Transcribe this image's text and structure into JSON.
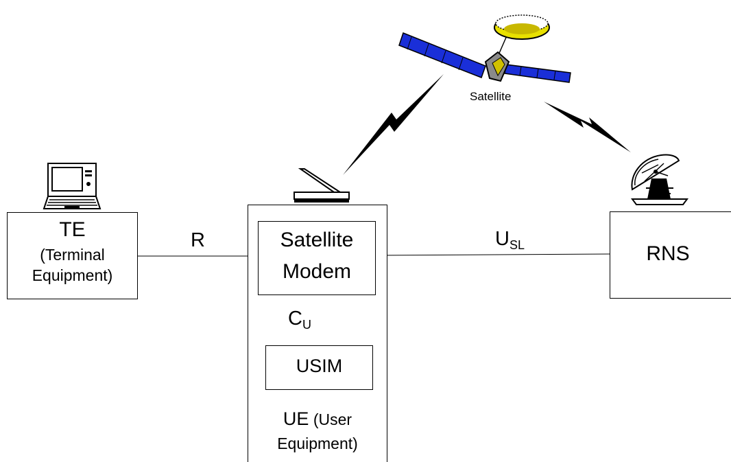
{
  "te": {
    "title": "TE",
    "line2": "(Terminal",
    "line3": "Equipment)"
  },
  "ue": {
    "title": "UE",
    "note_line1": "(User",
    "note_line2": "Equipment)"
  },
  "modem": {
    "line1": "Satellite",
    "line2": "Modem"
  },
  "usim": {
    "label": "USIM"
  },
  "rns": {
    "label": "RNS"
  },
  "satellite": {
    "label": "Satellite"
  },
  "interfaces": {
    "r": "R",
    "usl_main": "U",
    "usl_sub": "SL",
    "cu_main": "C",
    "cu_sub": "U"
  },
  "colors": {
    "solar_panel": "#1a2fd8",
    "dish": "#e8e000",
    "satellite_body": "#8a8a8a"
  },
  "icons": [
    "laptop-icon",
    "satellite-terminal-icon",
    "satellite-icon",
    "ground-station-dish-icon"
  ]
}
